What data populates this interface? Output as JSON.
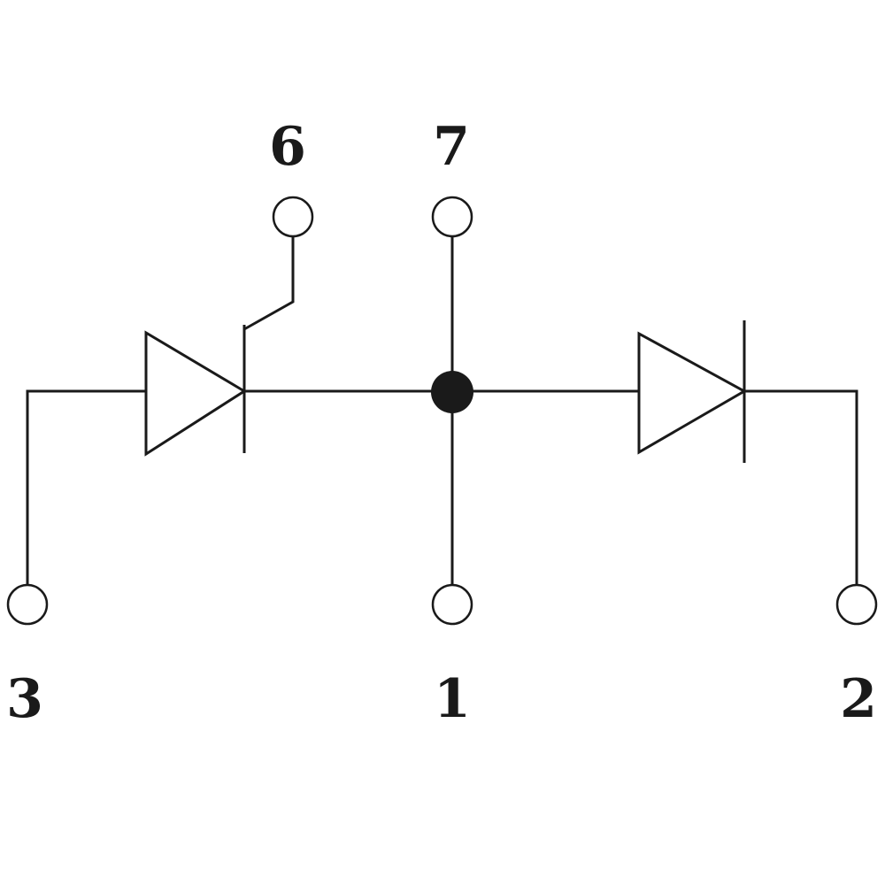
{
  "diagram": {
    "colors": {
      "line": "#1a1a1a",
      "background": "#ffffff"
    },
    "terminals": {
      "pin_6": {
        "label": "6"
      },
      "pin_7": {
        "label": "7"
      },
      "pin_3": {
        "label": "3"
      },
      "pin_1": {
        "label": "1"
      },
      "pin_2": {
        "label": "2"
      }
    },
    "components": [
      {
        "type": "thyristor",
        "between": [
          "3",
          "junction"
        ],
        "gate": "6"
      },
      {
        "type": "diode",
        "between": [
          "junction",
          "2"
        ]
      }
    ]
  }
}
